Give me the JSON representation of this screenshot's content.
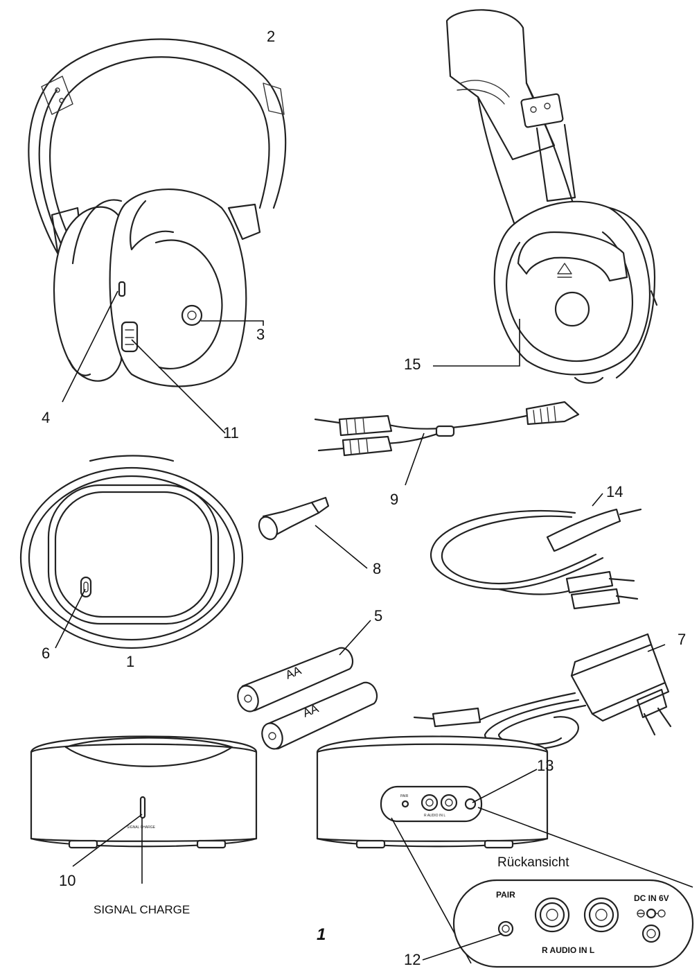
{
  "callouts": {
    "c1": "1",
    "c2": "2",
    "c3": "3",
    "c4": "4",
    "c5": "5",
    "c6": "6",
    "c7": "7",
    "c8": "8",
    "c9": "9",
    "c10": "10",
    "c11": "11",
    "c12": "12",
    "c13": "13",
    "c14": "14",
    "c15": "15"
  },
  "labels": {
    "signal_charge": "SIGNAL  CHARGE",
    "signal_charge_small": "SIGNAL   CHARGE",
    "rear_view": "Rückansicht",
    "pair": "PAIR",
    "pair_small": "PAIR",
    "audio_in": "R  AUDIO IN  L",
    "audio_in_small": "R AUDIO IN L",
    "dc_in": "DC IN 6V",
    "battery_1": "AA",
    "battery_2": "AA",
    "figure_number": "1"
  }
}
